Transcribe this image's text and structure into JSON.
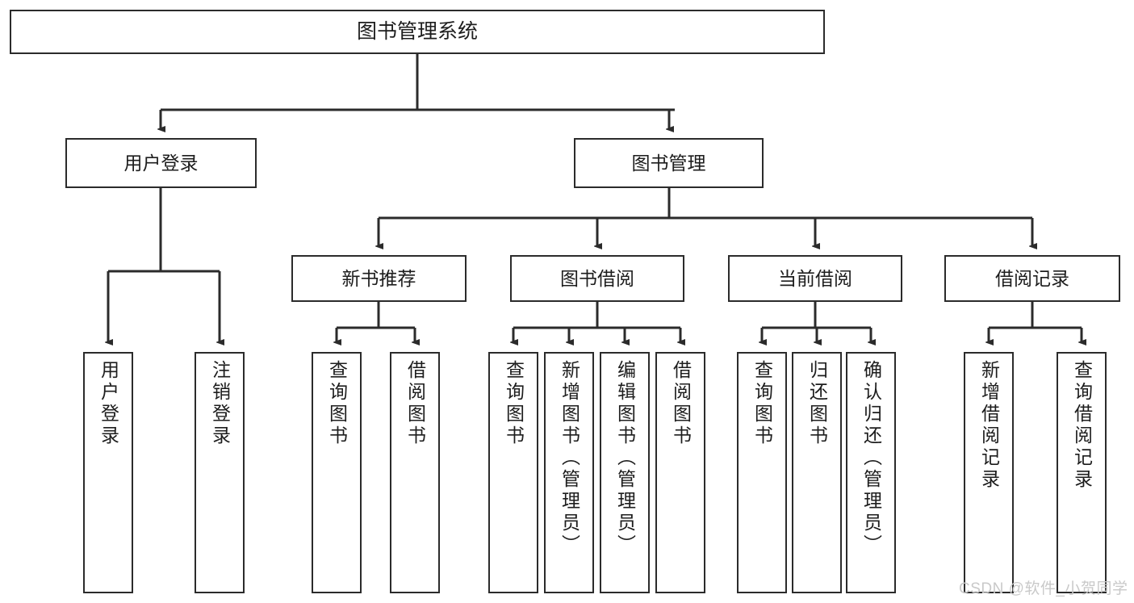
{
  "diagram": {
    "type": "tree-hierarchy",
    "title": "图书管理系统",
    "root": {
      "label": "图书管理系统"
    },
    "level2": [
      {
        "label": "用户登录"
      },
      {
        "label": "图书管理"
      }
    ],
    "level3": [
      {
        "label": "新书推荐"
      },
      {
        "label": "图书借阅"
      },
      {
        "label": "当前借阅"
      },
      {
        "label": "借阅记录"
      }
    ],
    "leaves": {
      "user_login": [
        {
          "label": "用户登录"
        },
        {
          "label": "注销登录"
        }
      ],
      "new_book_recommend": [
        {
          "label": "查询图书"
        },
        {
          "label": "借阅图书"
        }
      ],
      "book_borrow": [
        {
          "label": "查询图书"
        },
        {
          "label": "新增图书（管理员）"
        },
        {
          "label": "编辑图书（管理员）"
        },
        {
          "label": "借阅图书"
        }
      ],
      "current_borrow": [
        {
          "label": "查询图书"
        },
        {
          "label": "归还图书"
        },
        {
          "label": "确认归还（管理员）"
        }
      ],
      "borrow_record": [
        {
          "label": "新增借阅记录"
        },
        {
          "label": "查询借阅记录"
        }
      ]
    },
    "colors": {
      "border": "#2b2b2b",
      "fill": "#ffffff",
      "text": "#1d1d1d",
      "watermark": "#c9c9c9"
    }
  },
  "watermark": {
    "text": "CSDN @软件_小贺同学"
  }
}
